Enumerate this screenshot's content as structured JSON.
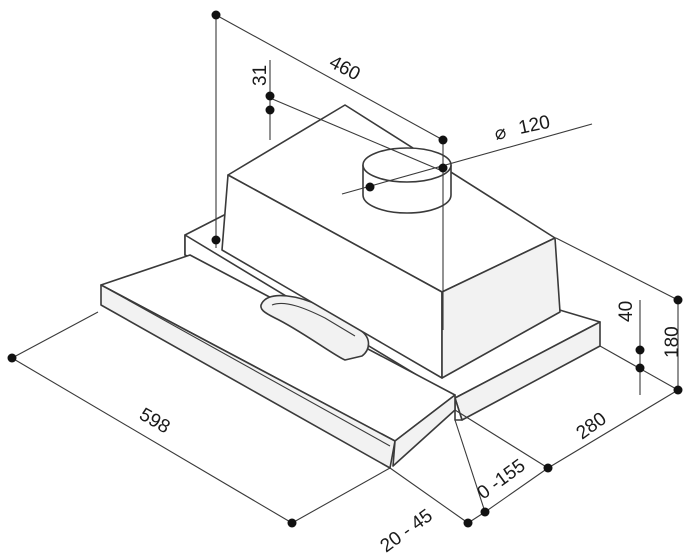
{
  "dimensions": {
    "depth_top": "460",
    "outlet_offset": "31",
    "outlet_diameter_symbol": "⌀",
    "outlet_diameter": "120",
    "width": "598",
    "body_height": "40",
    "total_height": "180",
    "body_depth": "280",
    "extension": "0 -155",
    "visor_offset": "20 - 45"
  }
}
